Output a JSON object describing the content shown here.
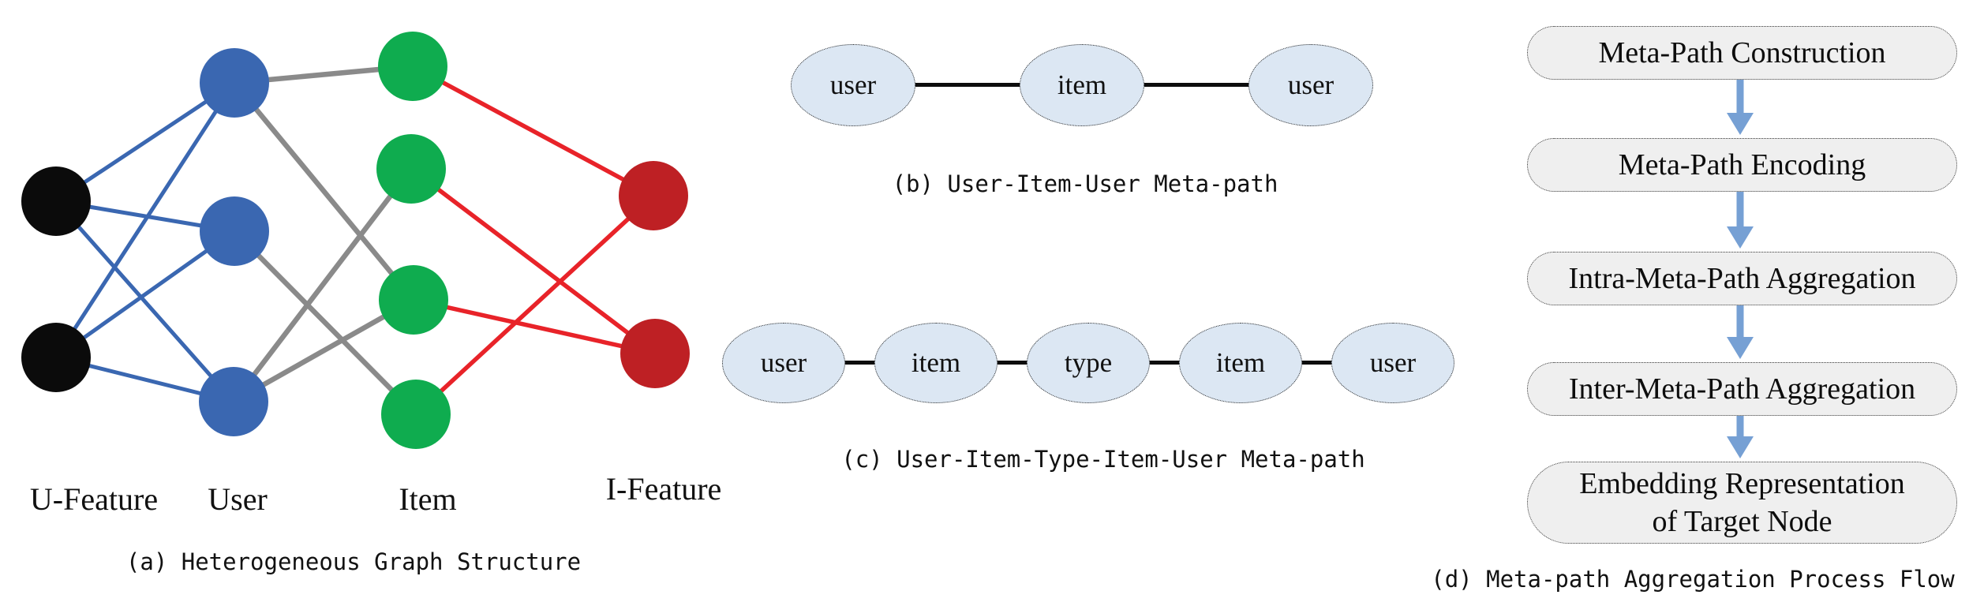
{
  "colors": {
    "u_feature_node": "#0b0b0b",
    "user_node": "#3a67b1",
    "item_node": "#0fac4f",
    "i_feature_node": "#be2024",
    "user_edge": "#3a67b1",
    "user_item_edge": "#8a8a8a",
    "item_feature_edge": "#e82329",
    "meta_path_ellipse_fill": "#dce7f3",
    "flow_box_fill": "#efefef",
    "flow_arrow": "#76a0d4"
  },
  "panel_a": {
    "caption": "(a) Heterogeneous Graph Structure",
    "column_labels": [
      "U-Feature",
      "User",
      "Item",
      "I-Feature"
    ],
    "edges": {
      "u_feature_to_user": [
        [
          "uf1",
          "u1"
        ],
        [
          "uf1",
          "u2"
        ],
        [
          "uf1",
          "u3"
        ],
        [
          "uf2",
          "u1"
        ],
        [
          "uf2",
          "u2"
        ],
        [
          "uf2",
          "u3"
        ]
      ],
      "user_to_item": [
        [
          "u1",
          "i1"
        ],
        [
          "u1",
          "i3"
        ],
        [
          "u2",
          "i4"
        ],
        [
          "u3",
          "i2"
        ],
        [
          "u3",
          "i3"
        ]
      ],
      "item_to_i_feature": [
        [
          "i1",
          "if1"
        ],
        [
          "i2",
          "if2"
        ],
        [
          "i3",
          "if2"
        ],
        [
          "i4",
          "if1"
        ]
      ]
    }
  },
  "panel_b": {
    "caption": "(b) User-Item-User Meta-path",
    "nodes": [
      "user",
      "item",
      "user"
    ]
  },
  "panel_c": {
    "caption": "(c) User-Item-Type-Item-User Meta-path",
    "nodes": [
      "user",
      "item",
      "type",
      "item",
      "user"
    ]
  },
  "panel_d": {
    "caption": "(d) Meta-path Aggregation Process Flow",
    "steps": [
      "Meta-Path Construction",
      "Meta-Path Encoding",
      "Intra-Meta-Path Aggregation",
      "Inter-Meta-Path Aggregation",
      "Embedding Representation\nof Target Node"
    ]
  }
}
